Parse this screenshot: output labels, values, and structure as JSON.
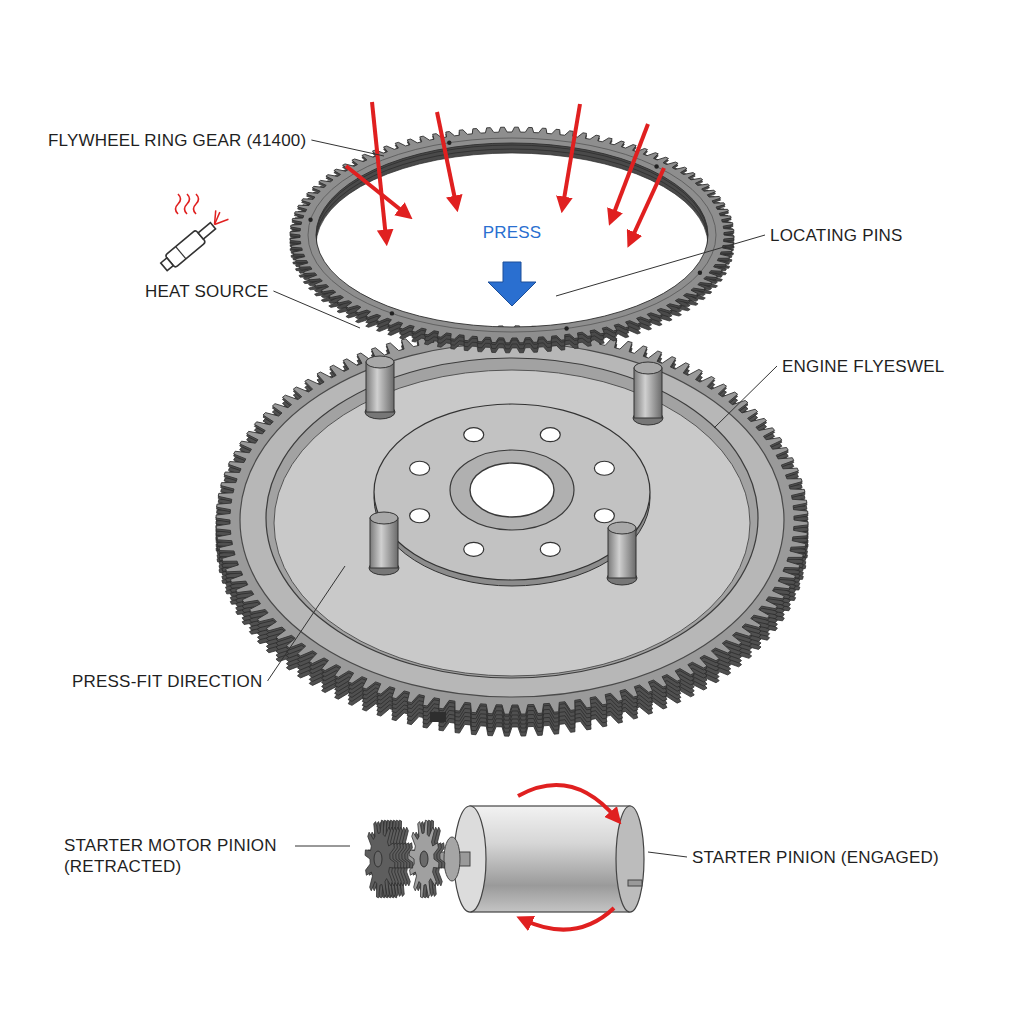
{
  "diagram": {
    "labels": [
      "FLYWHEEL RING GEAR (41400)",
      "HEAT SOURCE",
      "PRESS",
      "LOCATING PINS",
      "ENGINE FLYESWEL",
      "PRESS-FIT DIRECTION",
      "STARTER MOTOR PINION (RETRACTED)",
      "STARTER PINION (ENGAGED)"
    ]
  }
}
